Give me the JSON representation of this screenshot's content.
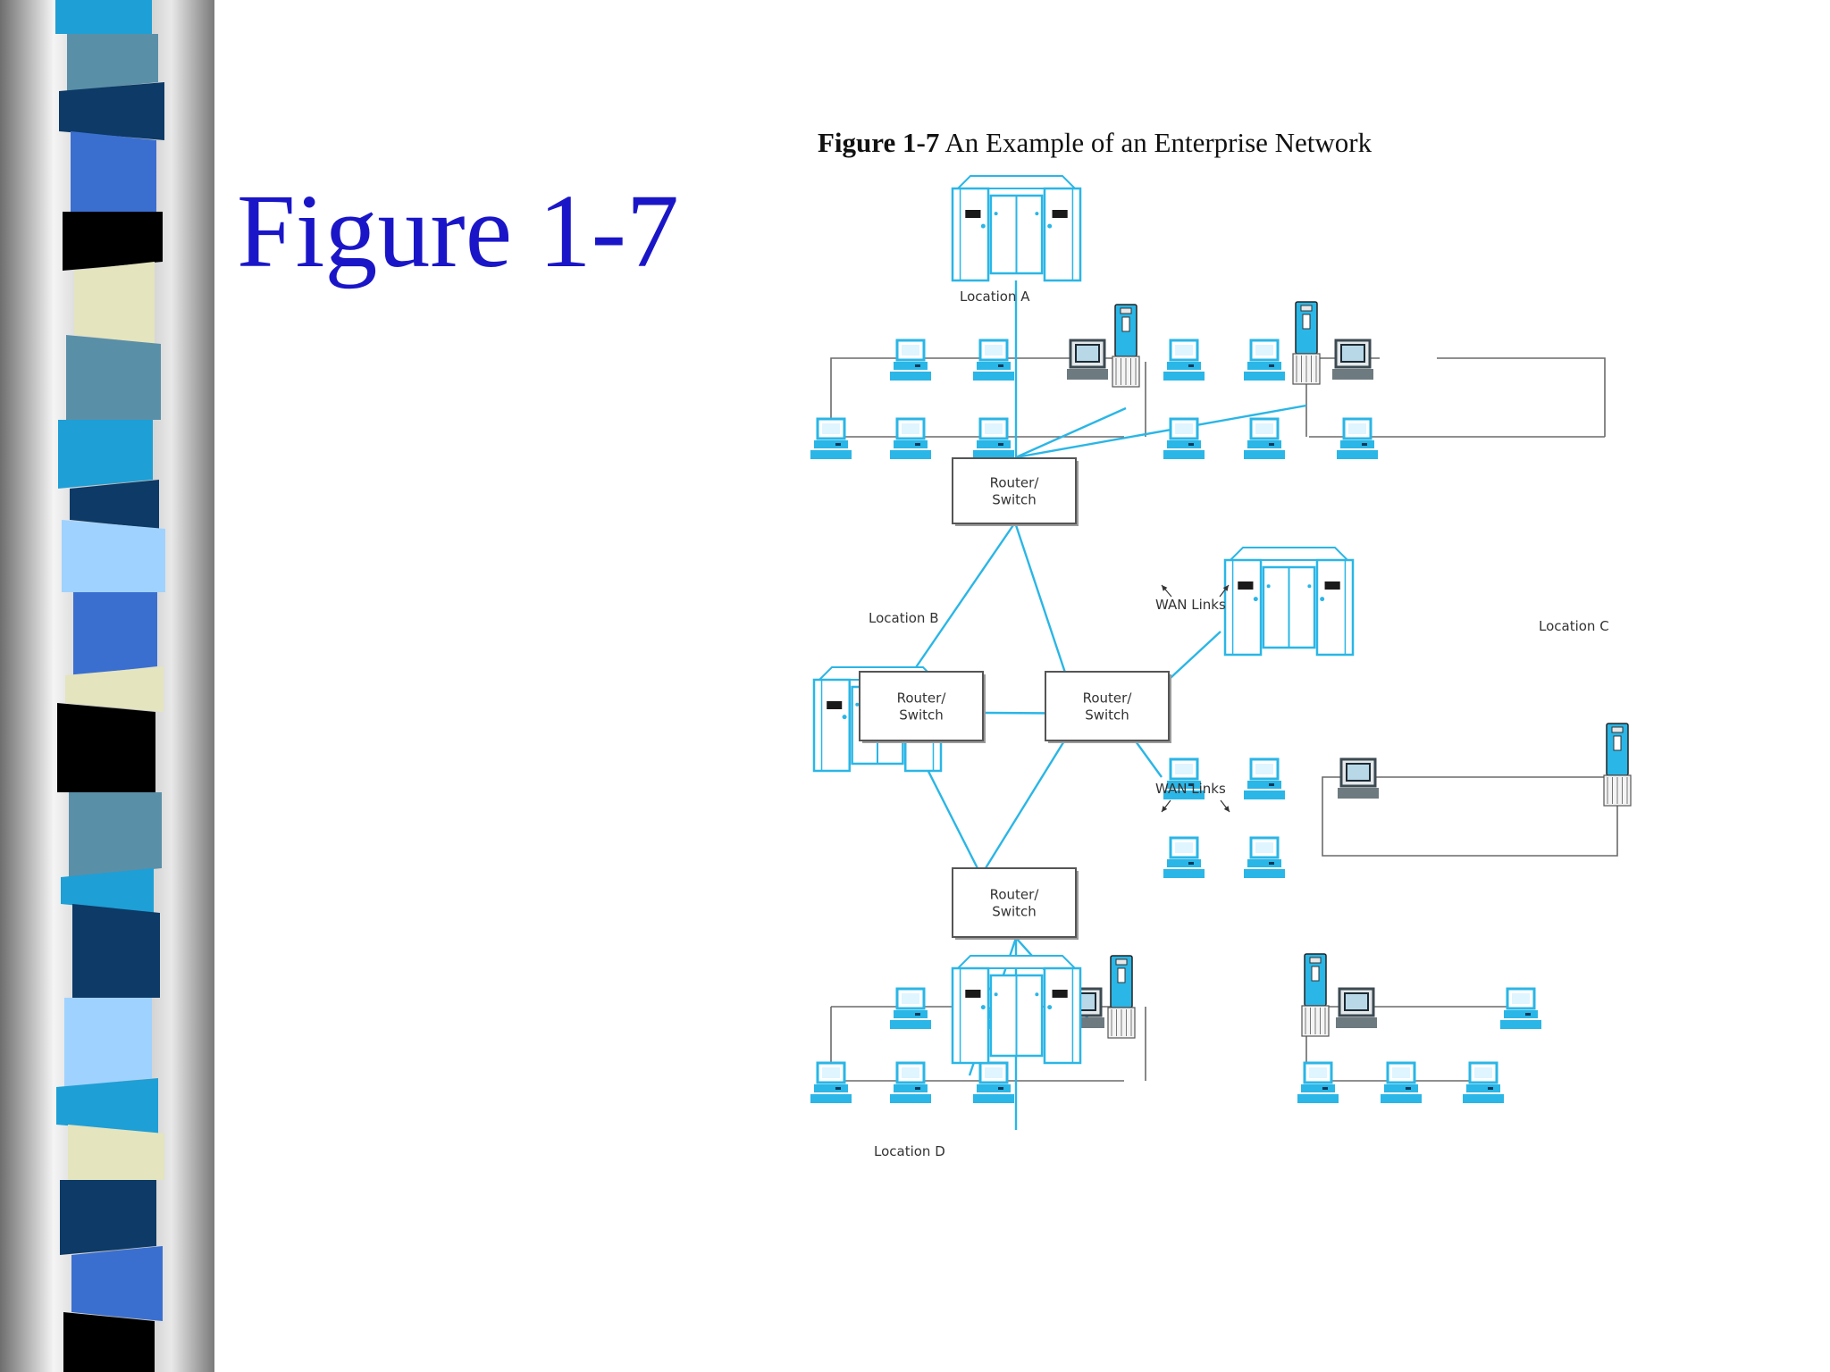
{
  "slide": {
    "title": "Figure 1-7"
  },
  "figure": {
    "caption_bold": "Figure 1-7",
    "caption_rest": " An Example of an Enterprise Network",
    "locations": {
      "a": "Location A",
      "b": "Location B",
      "c": "Location C",
      "d": "Location D"
    },
    "router_label_line1": "Router/",
    "router_label_line2": "Switch",
    "wan_label": "WAN Links"
  },
  "colors": {
    "accent_cyan": "#2ab6e6",
    "title_blue": "#1a16c8",
    "band_colors": [
      "#1e9fd6",
      "#5a8fa8",
      "#0d3a66",
      "#3a6fd0",
      "#000000",
      "#e4e4be",
      "#9fd2ff"
    ]
  }
}
